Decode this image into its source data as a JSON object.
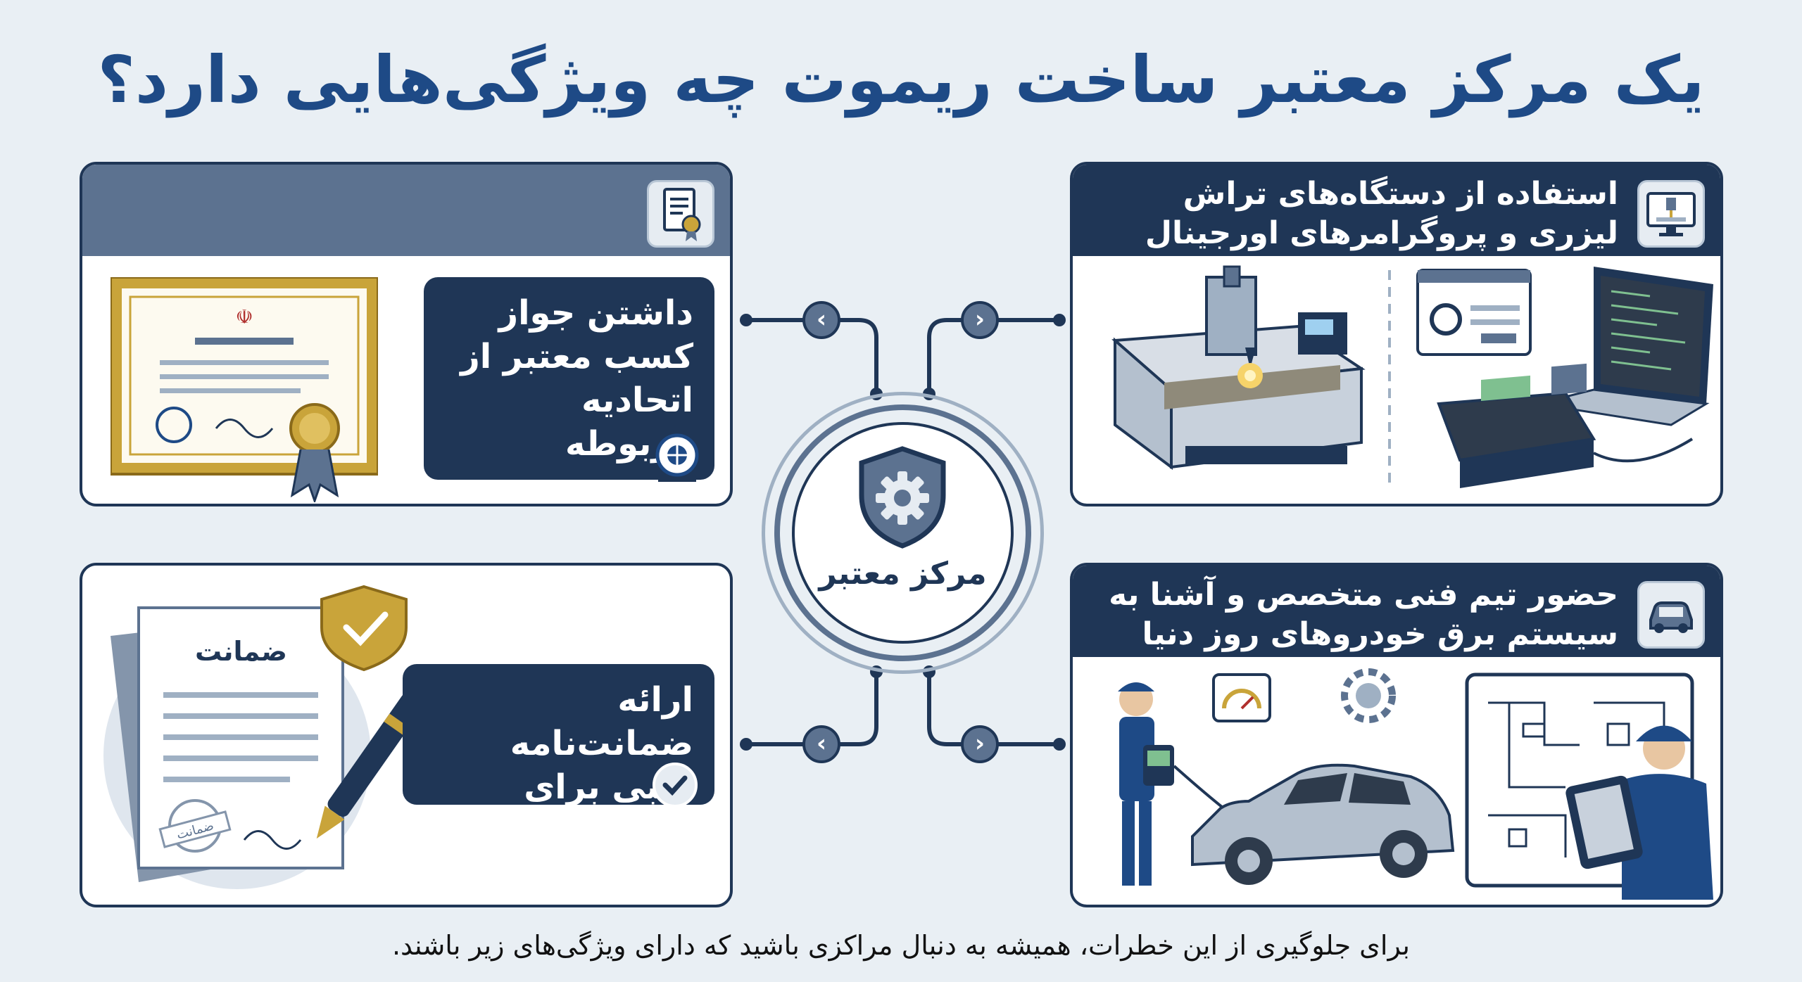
{
  "title": "یک مرکز معتبر ساخت ریموت چه ویژگی‌هایی دارد؟",
  "hub": {
    "label": "مرکز معتبر",
    "icon": "shield-gear-icon"
  },
  "panels": {
    "license": {
      "text": "داشتن جواز کسب معتبر از اتحادیه مربوطه",
      "header_icon": "certificate-icon",
      "image": "framed-license-certificate",
      "logo": "union-logo"
    },
    "machines": {
      "header": "استفاده از دستگاه‌های تراش لیزری و پروگرامرهای اورجینال",
      "header_icon": "monitor-cnc-icon",
      "image": "laser-cutter-and-programmer"
    },
    "warranty": {
      "text": "ارائه ضمانت‌نامه کتبی برای قطعات و خدمات",
      "document_title": "ضمانت",
      "stamp_text": "ضمانت",
      "icon": "check-icon",
      "image": "warranty-document-with-pen"
    },
    "team": {
      "header": "حضور تیم فنی متخصص و آشنا به سیستم برق خودروهای روز دنیا",
      "header_icon": "car-icon",
      "image": "technicians-diagnosing-car"
    }
  },
  "caption": "برای جلوگیری از این خطرات، همیشه به دنبال مراکزی باشید که دارای ویژگی‌های زیر باشند.",
  "colors": {
    "navy": "#1f3656",
    "slate": "#5c7290",
    "title_blue": "#1e4a86",
    "background": "#e9eff4",
    "gold": "#c9a43a"
  }
}
